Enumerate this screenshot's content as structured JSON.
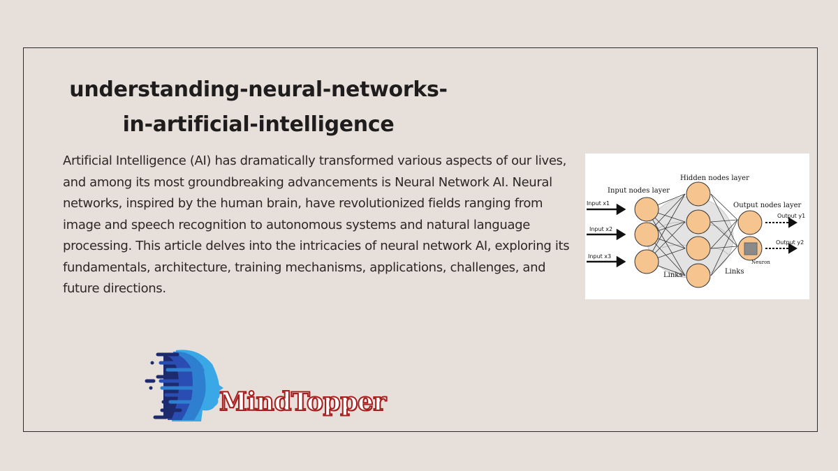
{
  "title": {
    "line1": "understanding-neural-networks-",
    "line2": "in-artificial-intelligence"
  },
  "body": {
    "paragraph": "Artificial Intelligence (AI) has dramatically transformed various aspects of our lives, and among its most groundbreaking advancements is Neural Network AI. Neural networks, inspired by the human brain, have revolutionized fields ranging from image and speech recognition to autonomous systems and natural language processing. This article delves into the intricacies of neural network AI, exploring its fundamentals, architecture, training mechanisms, applications, challenges, and future directions."
  },
  "diagram": {
    "input_layer_label": "Input nodes layer",
    "hidden_layer_label": "Hidden nodes layer",
    "output_layer_label": "Output nodes layer",
    "inputs": [
      "Input x1",
      "Input x2",
      "Input x3"
    ],
    "outputs": [
      "Output y1",
      "Output y2"
    ],
    "links_label": "Links",
    "neuron_label": "Neuron",
    "node_color": "#f6c48f",
    "node_stroke": "#333333"
  },
  "logo": {
    "text": "MindTopper",
    "text_outline_color": "#a61e1e",
    "head_colors": [
      "#1e2a6e",
      "#2a4db3",
      "#2f7fd0",
      "#3aa8e6"
    ]
  },
  "colors": {
    "background": "#e7dfda",
    "frame_border": "#2a2a2a",
    "text": "#1e1c1c"
  }
}
